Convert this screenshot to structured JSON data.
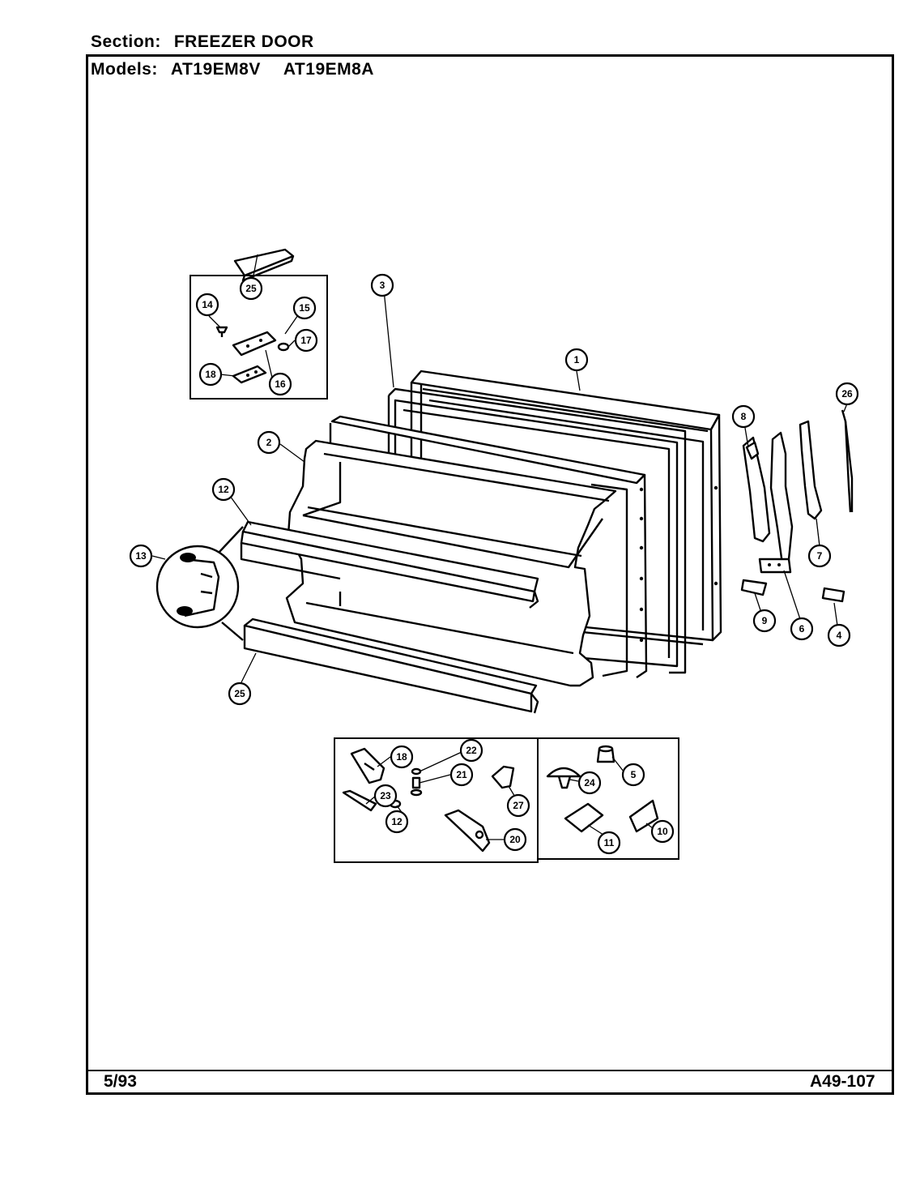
{
  "header": {
    "section_label": "Section:",
    "section_value": "FREEZER DOOR",
    "models_label": "Models:",
    "models": [
      "AT19EM8V",
      "AT19EM8A"
    ]
  },
  "footer": {
    "date": "5/93",
    "code": "A49-107"
  },
  "callouts": [
    {
      "id": "c1",
      "label": "1"
    },
    {
      "id": "c2",
      "label": "2"
    },
    {
      "id": "c3",
      "label": "3"
    },
    {
      "id": "c4",
      "label": "4"
    },
    {
      "id": "c5",
      "label": "5"
    },
    {
      "id": "c6",
      "label": "6"
    },
    {
      "id": "c7",
      "label": "7"
    },
    {
      "id": "c8",
      "label": "8"
    },
    {
      "id": "c9",
      "label": "9"
    },
    {
      "id": "c10",
      "label": "10"
    },
    {
      "id": "c11",
      "label": "11"
    },
    {
      "id": "c12a",
      "label": "12"
    },
    {
      "id": "c12b",
      "label": "12"
    },
    {
      "id": "c13",
      "label": "13"
    },
    {
      "id": "c14",
      "label": "14"
    },
    {
      "id": "c15",
      "label": "15"
    },
    {
      "id": "c16",
      "label": "16"
    },
    {
      "id": "c17",
      "label": "17"
    },
    {
      "id": "c18a",
      "label": "18"
    },
    {
      "id": "c18b",
      "label": "18"
    },
    {
      "id": "c20",
      "label": "20"
    },
    {
      "id": "c21",
      "label": "21"
    },
    {
      "id": "c22",
      "label": "22"
    },
    {
      "id": "c23",
      "label": "23"
    },
    {
      "id": "c24",
      "label": "24"
    },
    {
      "id": "c25a",
      "label": "25"
    },
    {
      "id": "c25b",
      "label": "25"
    },
    {
      "id": "c26",
      "label": "26"
    },
    {
      "id": "c27",
      "label": "27"
    }
  ]
}
